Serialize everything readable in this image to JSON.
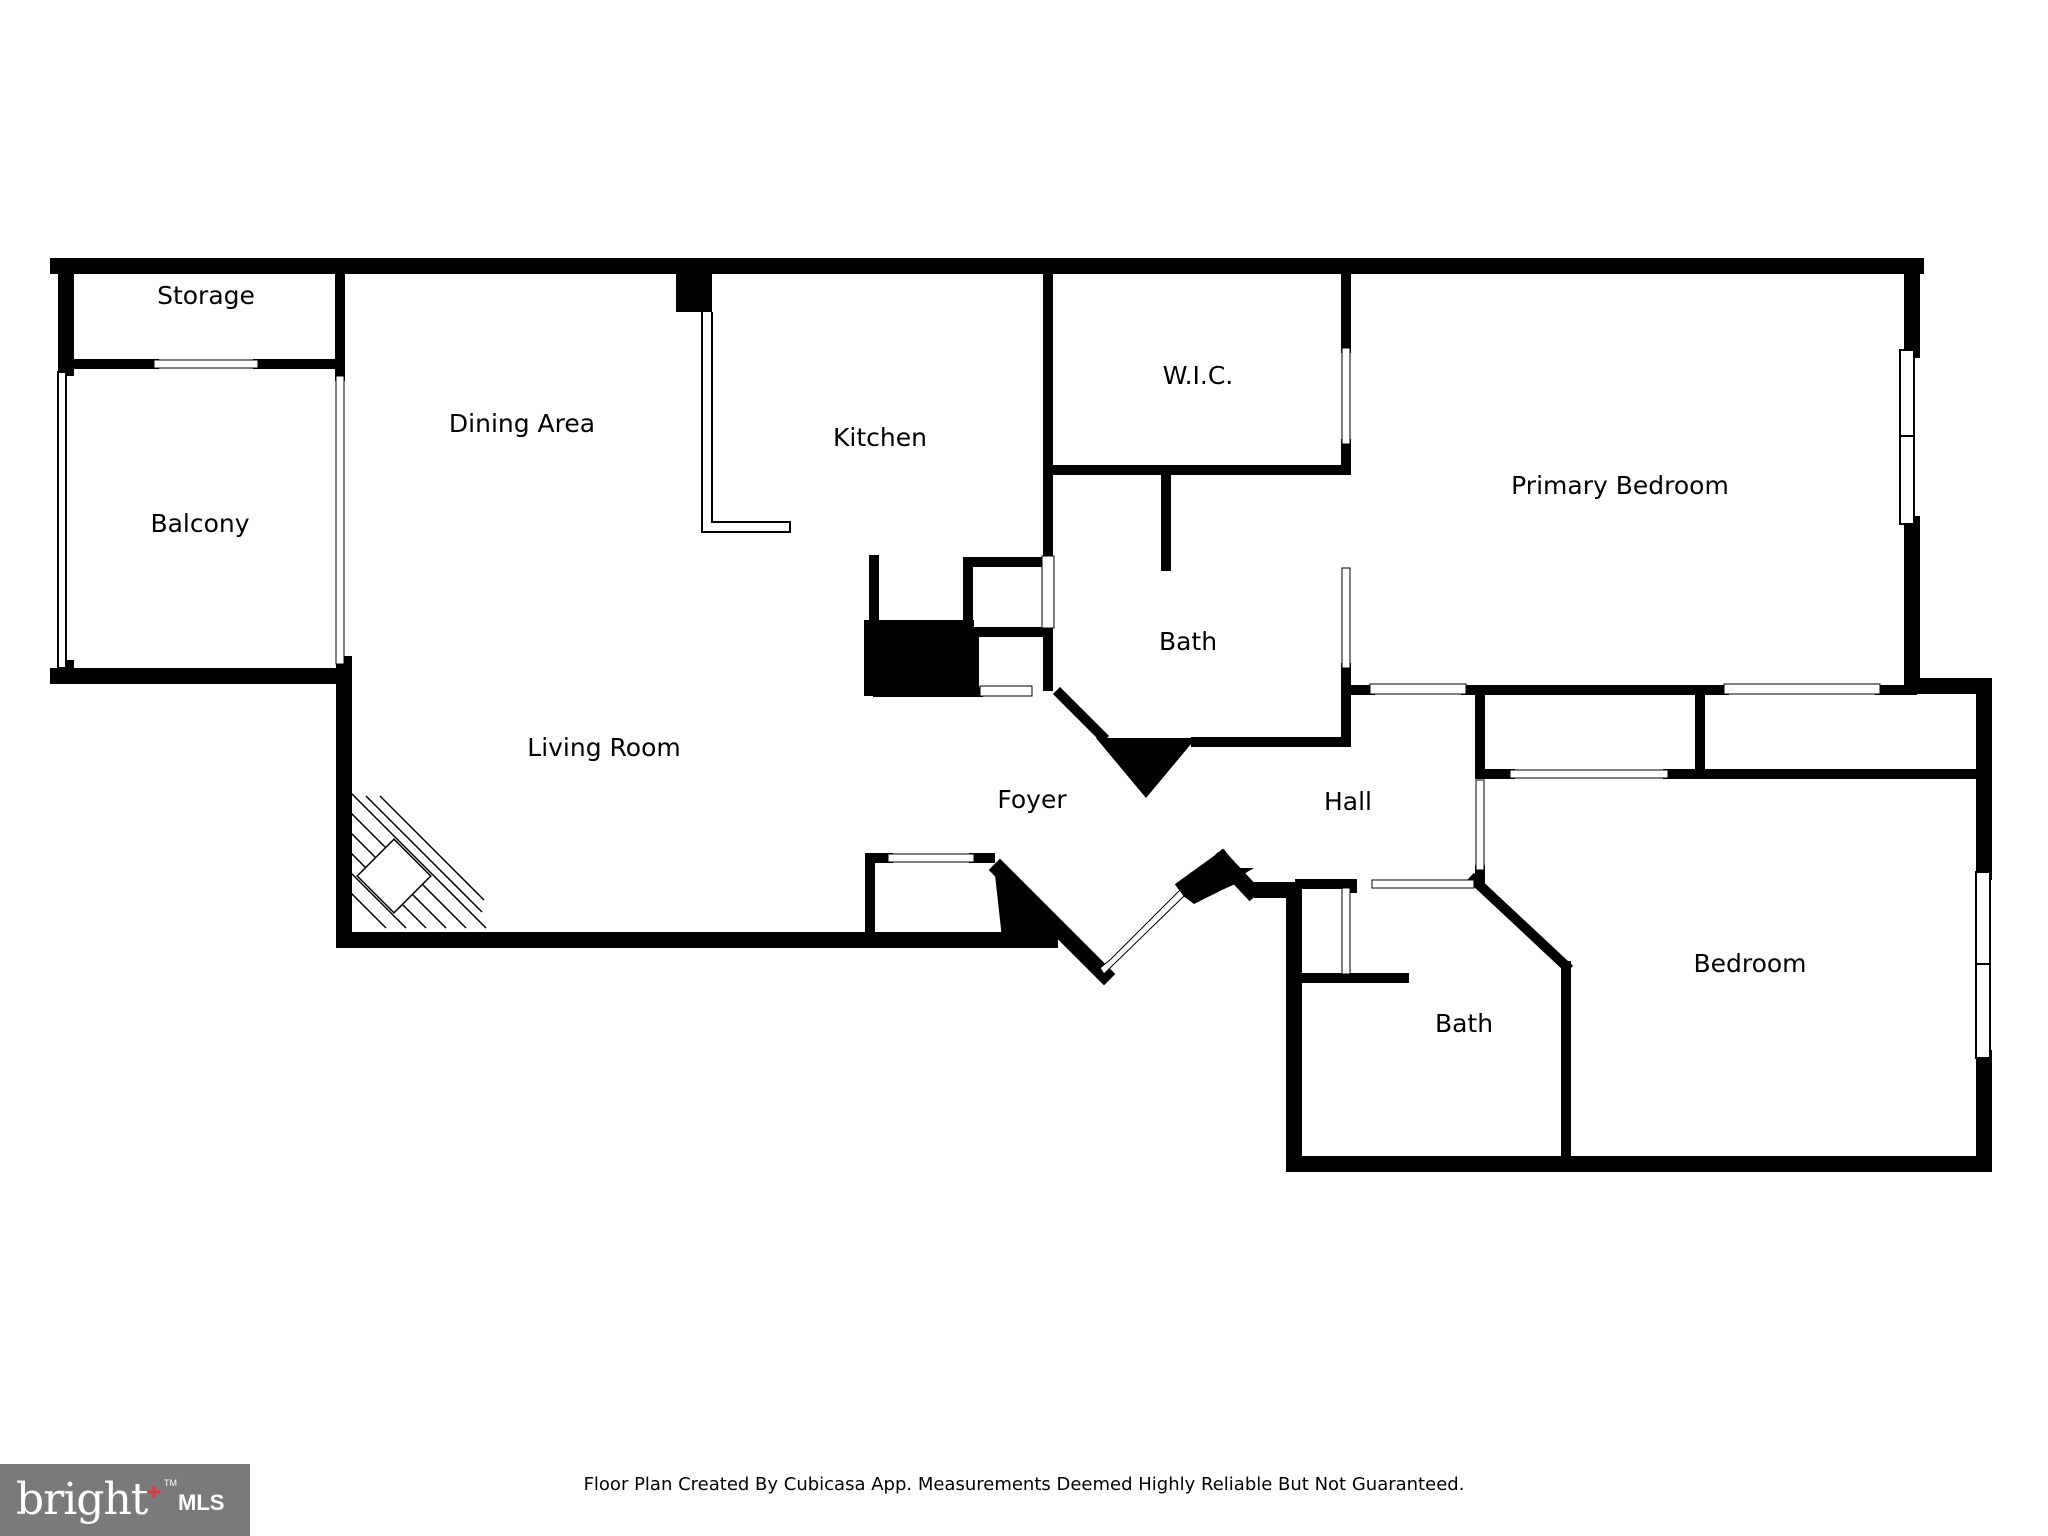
{
  "rooms": {
    "storage": "Storage",
    "balcony": "Balcony",
    "dining_area": "Dining Area",
    "kitchen": "Kitchen",
    "wic": "W.I.C.",
    "primary_bedroom": "Primary Bedroom",
    "bath_1": "Bath",
    "living_room": "Living Room",
    "foyer": "Foyer",
    "hall": "Hall",
    "bath_2": "Bath",
    "bedroom": "Bedroom"
  },
  "footer": {
    "disclaimer": "Floor Plan Created By Cubicasa App. Measurements Deemed Highly Reliable But Not Guaranteed."
  },
  "logo": {
    "wordmark": "bright",
    "suffix": "MLS",
    "trademark": "TM"
  },
  "colors": {
    "wall": "#000000",
    "background": "#ffffff",
    "logo_background": "#7a7a7a",
    "logo_accent": "#e0383e"
  }
}
